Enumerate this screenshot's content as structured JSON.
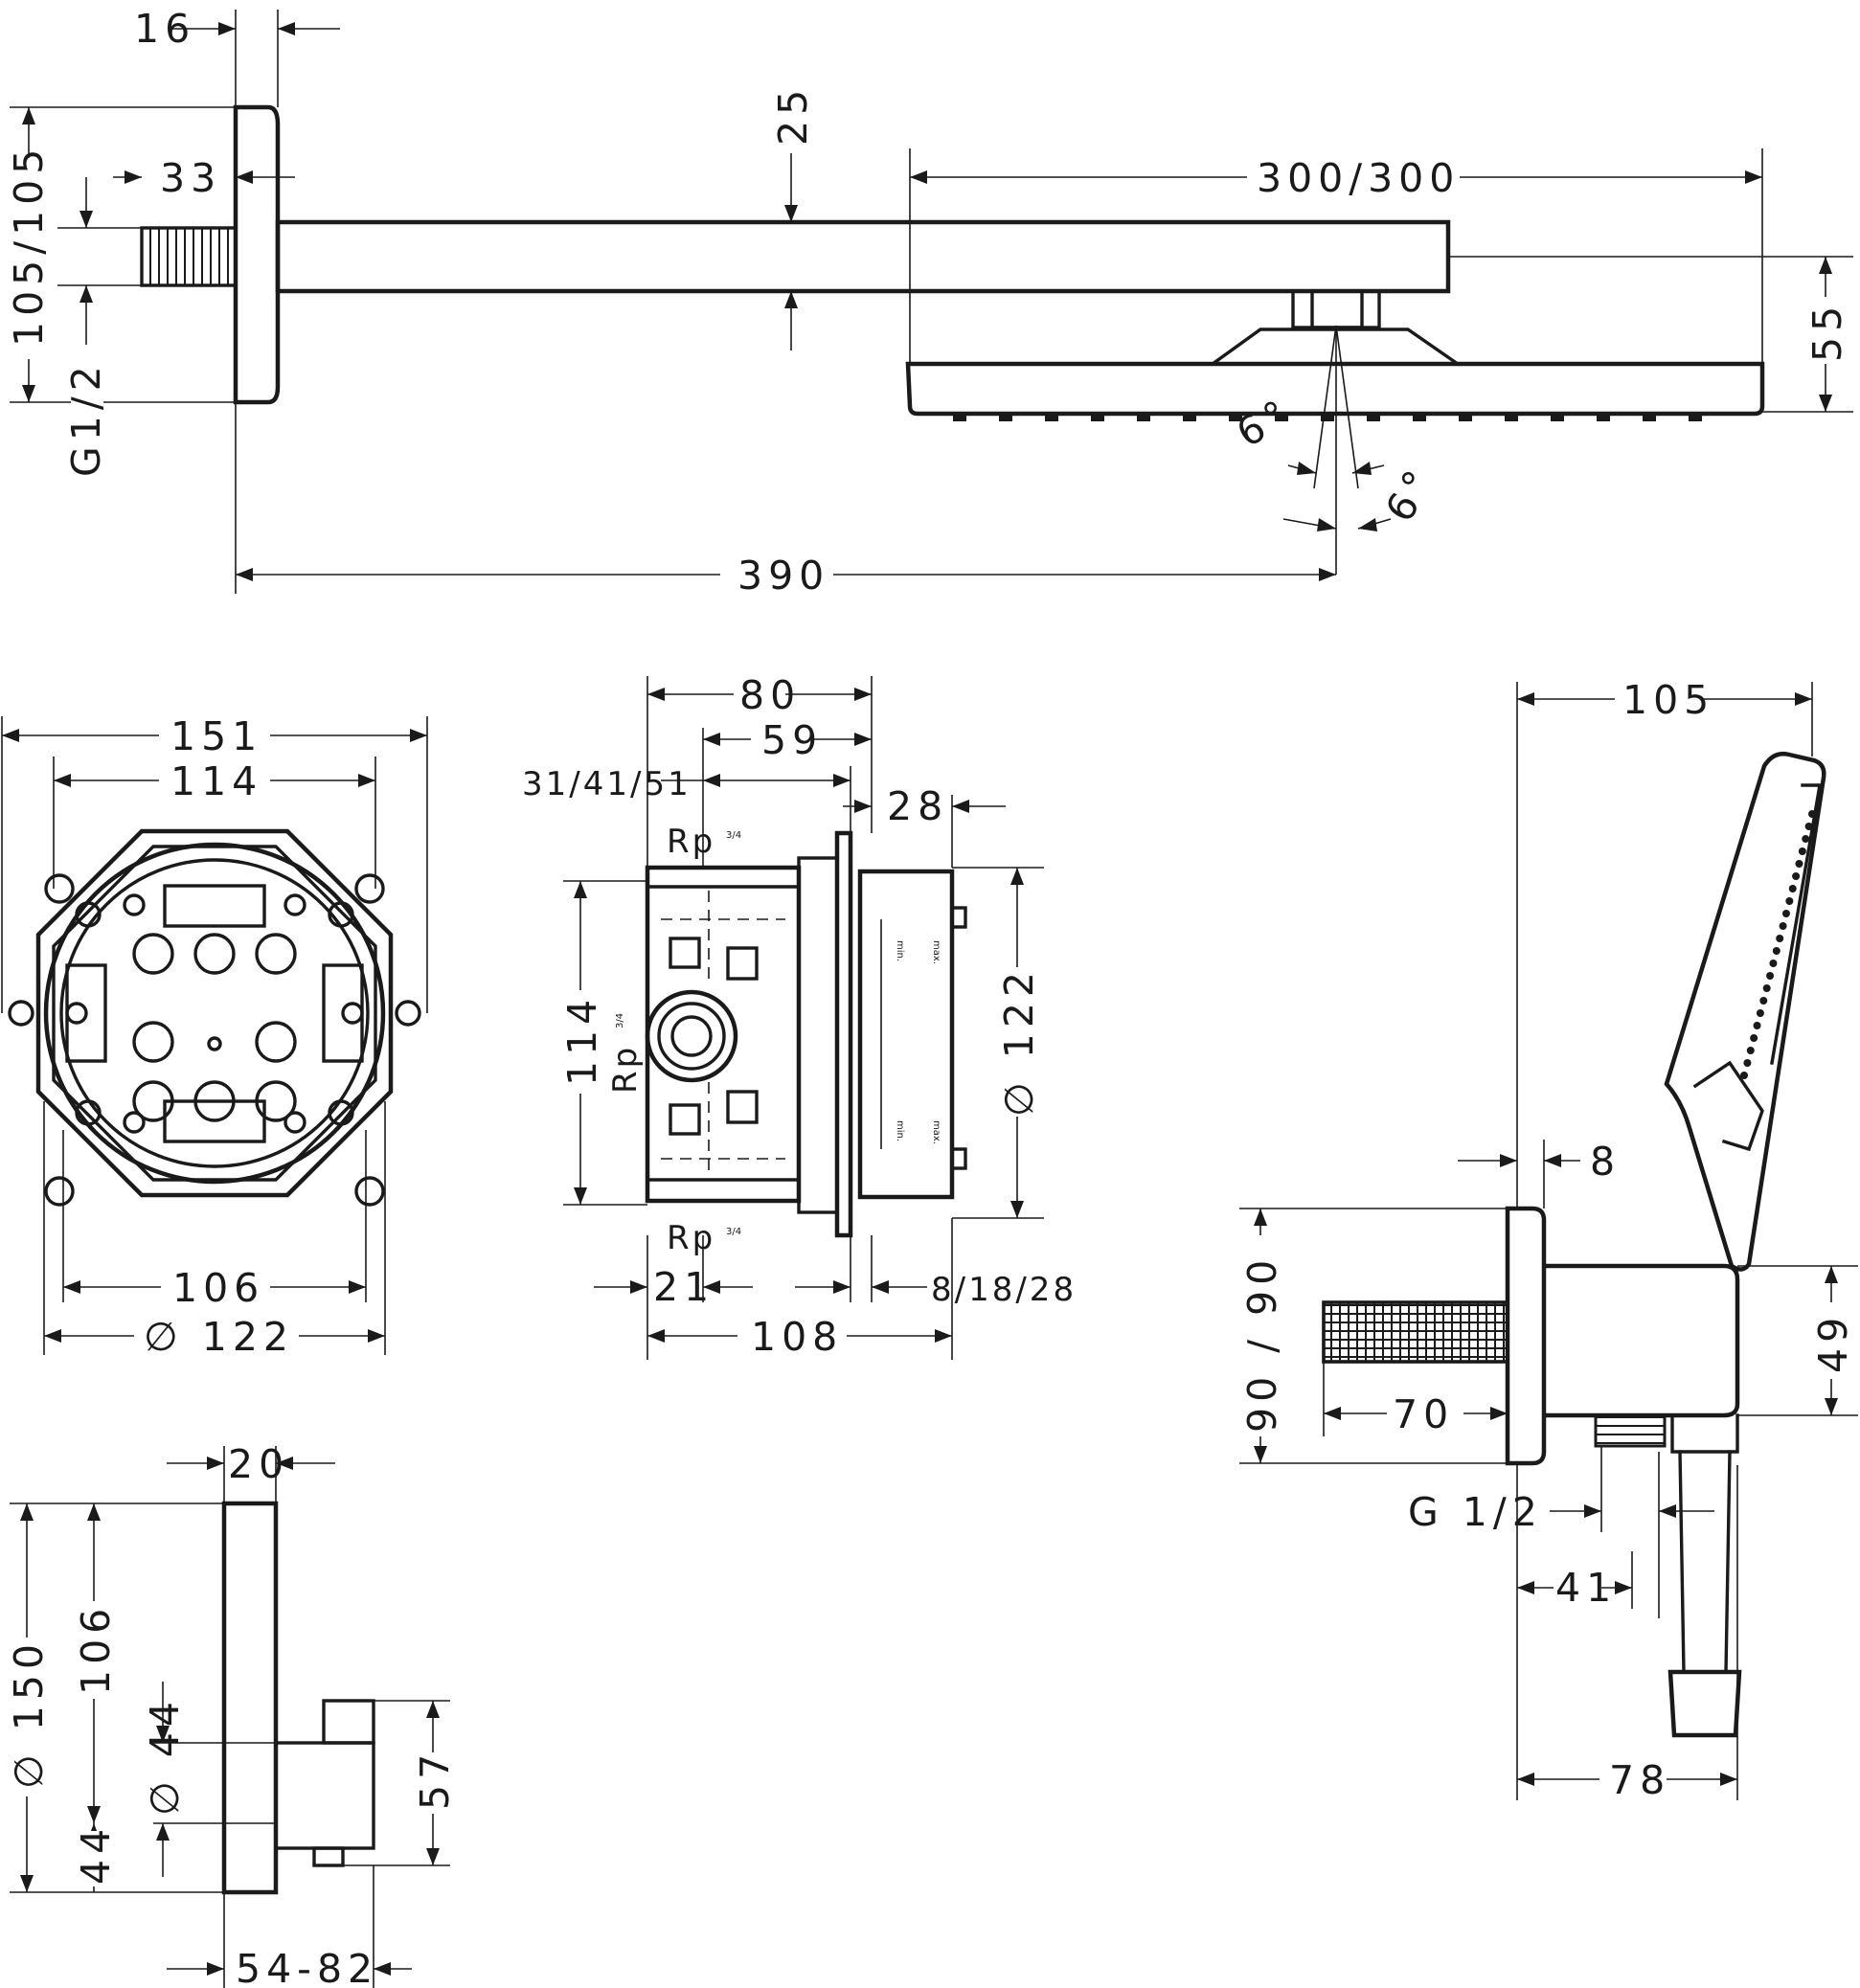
{
  "overhead_shower": {
    "flange_depth": "16",
    "connection_offset": "33",
    "arm_thickness": "25",
    "head_size": "300/300",
    "flange_height": "105/105",
    "thread": "G1/2",
    "head_height": "55",
    "tilt_angle_a": "6°",
    "tilt_angle_b": "6°",
    "projection": "390"
  },
  "install_box_front": {
    "outer_width": "151",
    "inner_width": "114",
    "mount_width": "106",
    "diameter": "∅ 122"
  },
  "install_box_side": {
    "depth": "80",
    "depth_inner": "59",
    "wall_options": "31/41/51",
    "plaster_depth": "28",
    "thread_top": "Rp",
    "thread_top_fraction": "3/4",
    "thread_mid": "Rp",
    "thread_mid_fraction": "3/4",
    "thread_bottom": "Rp",
    "thread_bottom_fraction": "3/4",
    "height": "114",
    "diameter": "∅ 122",
    "base_offset": "21",
    "extension_options": "8/18/28",
    "total_depth": "108",
    "mark_min": "min.",
    "mark_max": "max."
  },
  "thermostat": {
    "plate_depth": "20",
    "plate_diameter": "∅ 150",
    "plate_half": "106",
    "knob_diameter": "∅ 44",
    "offset_lower": "44",
    "knob_height": "57",
    "projection_range": "54-82"
  },
  "hand_shower": {
    "head_width": "105",
    "flange_depth": "8",
    "flange_height": "90 / 90",
    "elbow_height": "49",
    "connector_length": "70",
    "thread": "G 1/2",
    "outlet_offset": "41",
    "elbow_depth": "78"
  }
}
